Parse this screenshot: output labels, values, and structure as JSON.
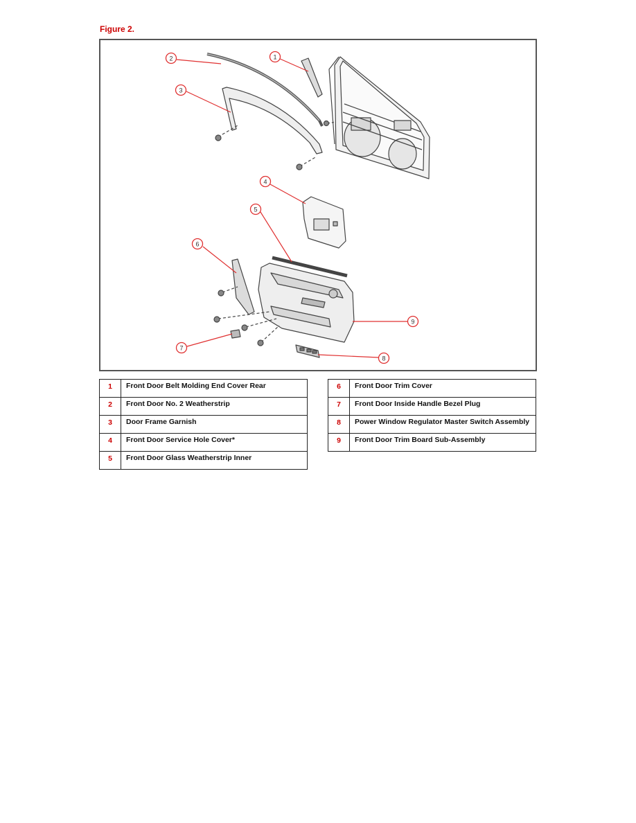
{
  "figure_title": "Figure 2.",
  "callouts": [
    "1",
    "2",
    "3",
    "4",
    "5",
    "6",
    "7",
    "8",
    "9"
  ],
  "legend_left": [
    {
      "num": "1",
      "label": "Front Door Belt Molding End Cover Rear"
    },
    {
      "num": "2",
      "label": "Front Door No. 2 Weatherstrip"
    },
    {
      "num": "3",
      "label": "Door Frame Garnish"
    },
    {
      "num": "4",
      "label": "Front Door Service Hole Cover*"
    },
    {
      "num": "5",
      "label": "Front Door Glass Weatherstrip Inner"
    }
  ],
  "legend_right": [
    {
      "num": "6",
      "label": "Front Door Trim Cover"
    },
    {
      "num": "7",
      "label": "Front Door Inside Handle Bezel Plug"
    },
    {
      "num": "8",
      "label": "Power Window Regulator Master Switch Assembly"
    },
    {
      "num": "9",
      "label": "Front Door Trim Board Sub-Assembly"
    }
  ],
  "colors": {
    "accent": "#cc0000",
    "leader": "#e03030",
    "line": "#444444"
  }
}
